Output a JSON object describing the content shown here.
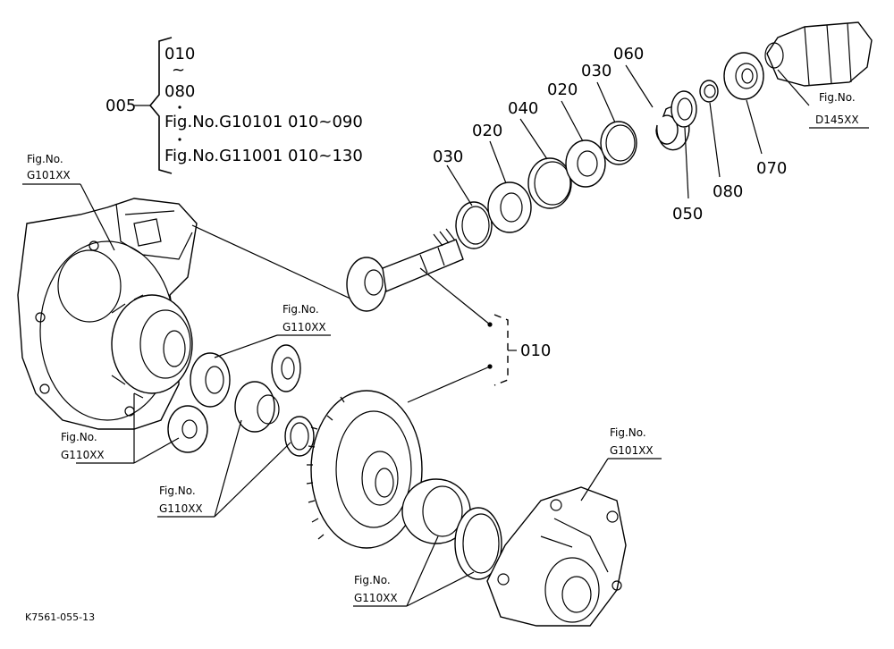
{
  "diagram": {
    "ref_block": {
      "main_label": "005",
      "lines": [
        "010",
        "~",
        "080",
        "Fig.No.G10101  010~090",
        "Fig.No.G11001  010~130"
      ]
    },
    "part_labels": {
      "p030a": "030",
      "p020a": "020",
      "p040": "040",
      "p020b": "020",
      "p030b": "030",
      "p060": "060",
      "p050": "050",
      "p080": "080",
      "p070": "070",
      "p010": "010"
    },
    "fig_refs": {
      "top_left": {
        "line1": "Fig.No.",
        "line2": "G101XX"
      },
      "top_right": {
        "line1": "Fig.No.",
        "line2": "D145XX"
      },
      "mid_center": {
        "line1": "Fig.No.",
        "line2": "G110XX"
      },
      "mid_left": {
        "line1": "Fig.No.",
        "line2": "G110XX"
      },
      "low_left": {
        "line1": "Fig.No.",
        "line2": "G110XX"
      },
      "bottom_center": {
        "line1": "Fig.No.",
        "line2": "G110XX"
      },
      "right_lower": {
        "line1": "Fig.No.",
        "line2": "G101XX"
      }
    },
    "drawing_code": "K7561-055-13"
  }
}
